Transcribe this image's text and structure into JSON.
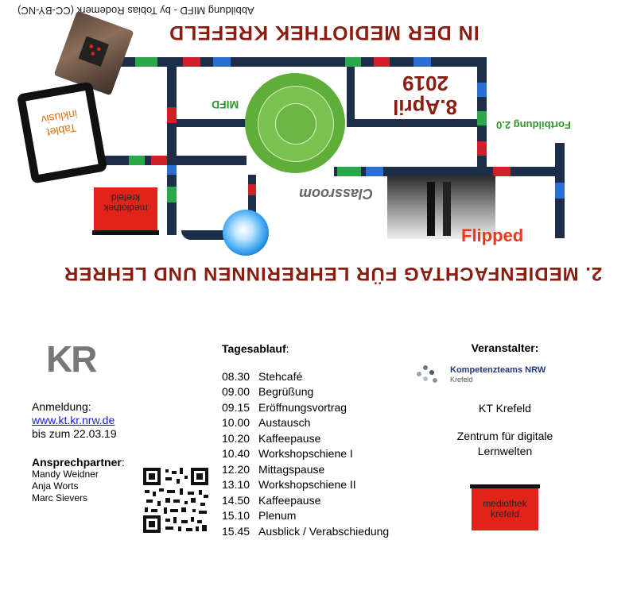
{
  "poster": {
    "credit": "Abbildung MIFD - by Tobias Rodemerk (CC-BY-NC)",
    "heading_top": "IN DER MEDIOTHEK KREFELD",
    "date_line1": "8.April",
    "date_line2": "2019",
    "mifd_label": "MIFD",
    "fortbildung": "Fortbildung 2.0",
    "tablet_text": "Tablet inklusiv",
    "classroom": "Classroom",
    "flipped": "Flipped",
    "mediothek_small": "mediothek krefeld",
    "heading_bottom": "2. MEDIENFACHTAG FÜR LEHRERINNEN UND LEHRER",
    "colors": {
      "track": "#1d2e48",
      "red": "#d0202a",
      "green": "#2aa84a",
      "blue": "#2b6fd6",
      "title": "#8b1c12",
      "flipped": "#e8391a"
    }
  },
  "left": {
    "logo": "KR",
    "anmeldung_label": "Anmeldung:",
    "anmeldung_link": "www.kt.kr.nrw.de",
    "anmeldung_deadline": "bis zum 22.03.19",
    "contact_label": "Ansprechpartner",
    "contact_colon": ":",
    "contacts": [
      "Mandy Weidner",
      "Anja Worts",
      "Marc Sievers"
    ]
  },
  "schedule": {
    "title": "Tagesablauf",
    "title_colon": ":",
    "items": [
      {
        "time": "08.30",
        "label": "Stehcafé"
      },
      {
        "time": "09.00",
        "label": "Begrüßung"
      },
      {
        "time": "09.15",
        "label": "Eröffnungsvortrag"
      },
      {
        "time": "10.00",
        "label": "Austausch"
      },
      {
        "time": "10.20",
        "label": "Kaffeepause"
      },
      {
        "time": "10.40",
        "label": "Workshopschiene I"
      },
      {
        "time": "12.20",
        "label": "Mittagspause"
      },
      {
        "time": "13.10",
        "label": "Workshopschiene II"
      },
      {
        "time": "14.50",
        "label": "Kaffeepause"
      },
      {
        "time": "15.10",
        "label": "Plenum"
      },
      {
        "time": "15.45",
        "label": "Ausblick / Verabschiedung"
      }
    ]
  },
  "organizer": {
    "title": "Veranstalter:",
    "kt_logo_line1": "Kompetenzteams NRW",
    "kt_logo_line2": "Krefeld",
    "name1": "KT Krefeld",
    "name2": "Zentrum für digitale Lernwelten",
    "mediothek_logo": "mediothek krefeld"
  }
}
